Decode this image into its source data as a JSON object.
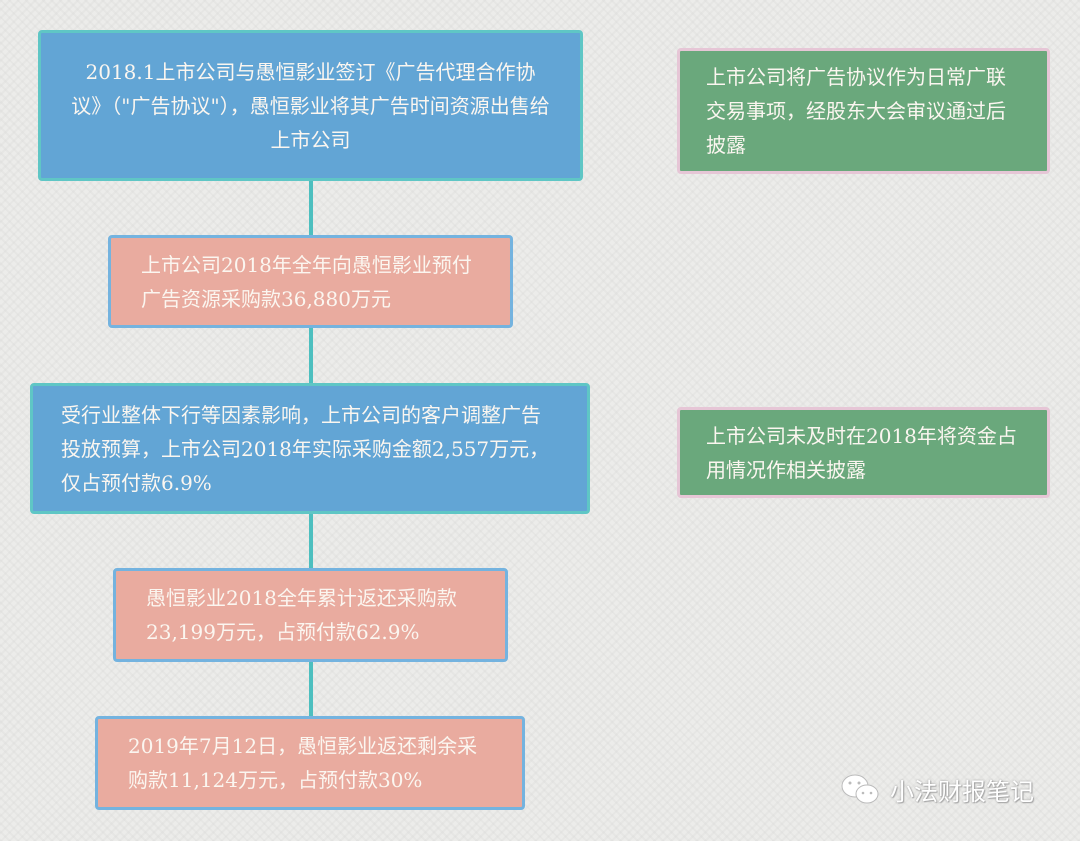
{
  "flow": [
    "2018.1上市公司与愚恒影业签订《广告代理合作协议》（\"广告协议\"），愚恒影业将其广告时间资源出售给上市公司",
    "上市公司2018年全年向愚恒影业预付广告资源采购款36,880万元",
    "受行业整体下行等因素影响，上市公司的客户调整广告投放预算，上市公司2018年实际采购金额2,557万元，仅占预付款6.9%",
    "愚恒影业2018全年累计返还采购款23,199万元，占预付款62.9%",
    "2019年7月12日，愚恒影业返还剩余采购款11,124万元，占预付款30%"
  ],
  "notes": [
    "上市公司将广告协议作为日常广联交易事项，经股东大会审议通过后披露",
    "上市公司未及时在2018年将资金占用情况作相关披露"
  ],
  "watermark": "小法财报笔记"
}
